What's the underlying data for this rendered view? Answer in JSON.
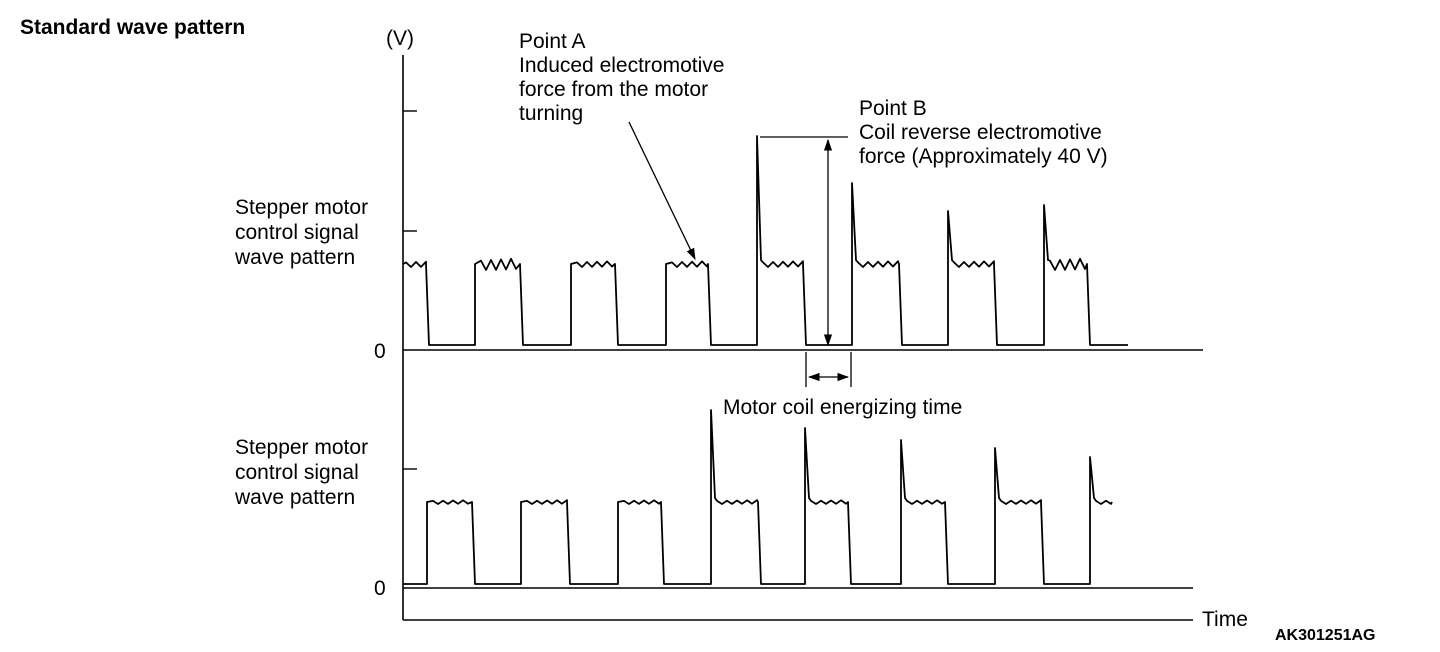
{
  "title": "Standard wave pattern",
  "axis": {
    "y_unit": "(V)",
    "x_label": "Time",
    "zero_label_upper": "0",
    "zero_label_lower": "0"
  },
  "signals": [
    {
      "label_lines": [
        "Stepper motor",
        "control signal",
        "wave pattern"
      ]
    },
    {
      "label_lines": [
        "Stepper motor",
        "control signal",
        "wave pattern"
      ]
    }
  ],
  "annotations": {
    "point_a": {
      "lines": [
        "Point A",
        "Induced electromotive",
        "force from the motor",
        "turning"
      ]
    },
    "point_b": {
      "lines": [
        "Point B",
        "Coil reverse electromotive",
        "force (Approximately 40 V)"
      ]
    },
    "energizing": {
      "text": "Motor coil energizing time"
    }
  },
  "figure_code": "AK301251AG"
}
